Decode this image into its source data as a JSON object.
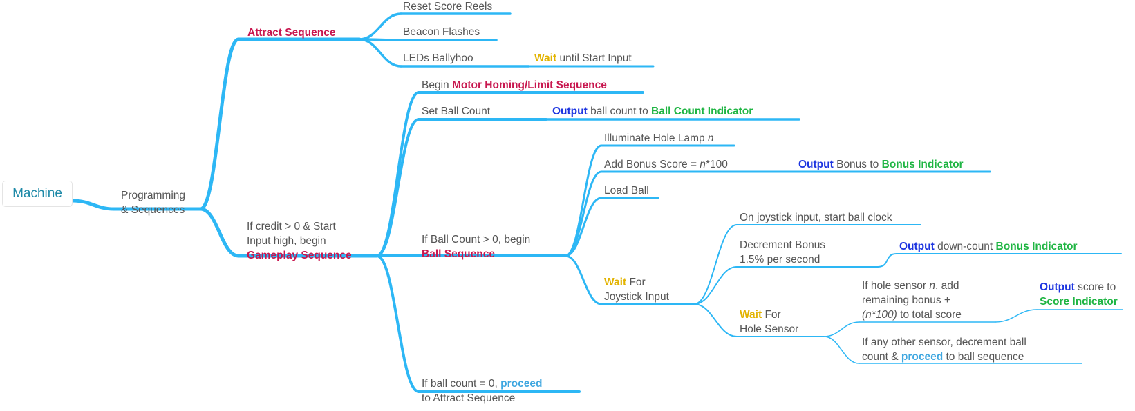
{
  "root": {
    "label": "Machine"
  },
  "programming": {
    "line1": "Programming",
    "line2": "& Sequences"
  },
  "attract": {
    "title": "Attract Sequence",
    "reset_reels": "Reset Score Reels",
    "beacon": "Beacon Flashes",
    "leds": "LEDs Ballyhoo",
    "wait_word": "Wait",
    "wait_rest": " until Start Input"
  },
  "gameplay": {
    "line1": "If credit > 0 & Start",
    "line2": "Input high, begin",
    "title": "Gameplay Sequence",
    "motor_prefix": "Begin ",
    "motor_title": "Motor Homing/Limit Sequence",
    "set_ball": "Set Ball Count",
    "out_word": "Output",
    "out_rest": " ball count to ",
    "ball_indicator": "Ball Count Indicator",
    "ball_seq_line1": "If Ball Count > 0, begin",
    "ball_seq_title": "Ball Sequence",
    "end_line1_prefix": "If ball count = 0, ",
    "end_proceed": "proceed",
    "end_line2": "to Attract Sequence"
  },
  "ball": {
    "illum_prefix": "Illuminate Hole Lamp ",
    "illum_var": "n",
    "bonus_prefix": "Add Bonus Score = ",
    "bonus_var": "n",
    "bonus_suffix": "*100",
    "bonus_out_word": "Output",
    "bonus_out_rest": " Bonus to ",
    "bonus_indicator": "Bonus Indicator",
    "load": "Load Ball",
    "wait_word": "Wait",
    "wait_rest": " For",
    "wait_line2": "Joystick Input"
  },
  "joystick": {
    "clock": "On joystick input, start ball clock",
    "dec_line1": "Decrement Bonus",
    "dec_line2": "1.5% per second",
    "dec_out_word": "Output",
    "dec_out_rest": " down-count ",
    "dec_indicator": "Bonus Indicator",
    "wait_word": "Wait",
    "wait_rest": " For",
    "wait_line2": "Hole Sensor"
  },
  "hole": {
    "l1_prefix": "If hole sensor ",
    "l1_var": "n",
    "l1_suffix": ", add",
    "l2": "remaining bonus +",
    "l3_formula": "(n*100)",
    "l3_rest": " to total score",
    "out_word": "Output",
    "out_rest": " score to",
    "score_indicator": "Score Indicator",
    "other_l1": "If any other sensor, decrement ball",
    "other_l2_prefix": "count & ",
    "other_proceed": "proceed",
    "other_l2_suffix": " to ball sequence"
  },
  "colors": {
    "edge": "#2db7f5",
    "sequence": "#c8174f",
    "wait": "#e2b300",
    "output": "#1d35e0",
    "indicator": "#1fb543",
    "proceed": "#3fa7e0"
  }
}
